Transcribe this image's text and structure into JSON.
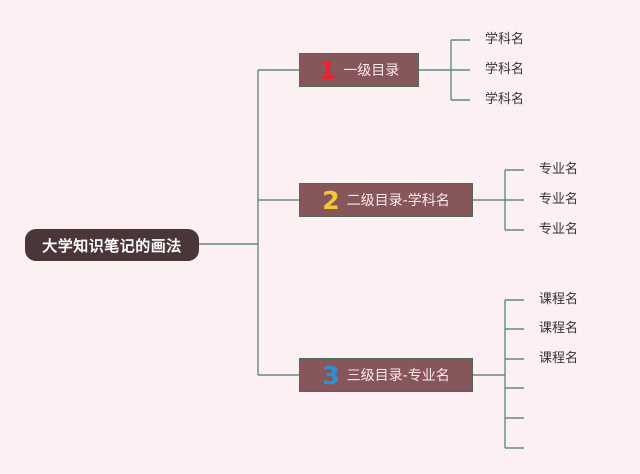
{
  "root": {
    "label": "大学知识笔记的画法"
  },
  "levels": [
    {
      "number": "1",
      "number_color": "#e5242b",
      "label": "一级目录",
      "children": [
        "学科名",
        "学科名",
        "学科名"
      ]
    },
    {
      "number": "2",
      "number_color": "#f5c53a",
      "label": "二级目录-学科名",
      "children": [
        "专业名",
        "专业名",
        "专业名"
      ]
    },
    {
      "number": "3",
      "number_color": "#2e8fd8",
      "label": "三级目录-专业名",
      "children": [
        "课程名",
        "课程名",
        "课程名",
        "",
        "",
        ""
      ]
    }
  ],
  "colors": {
    "background": "#fdf0f2",
    "line": "#5e8e7c",
    "box": "#87565a",
    "root": "#4a3538"
  }
}
